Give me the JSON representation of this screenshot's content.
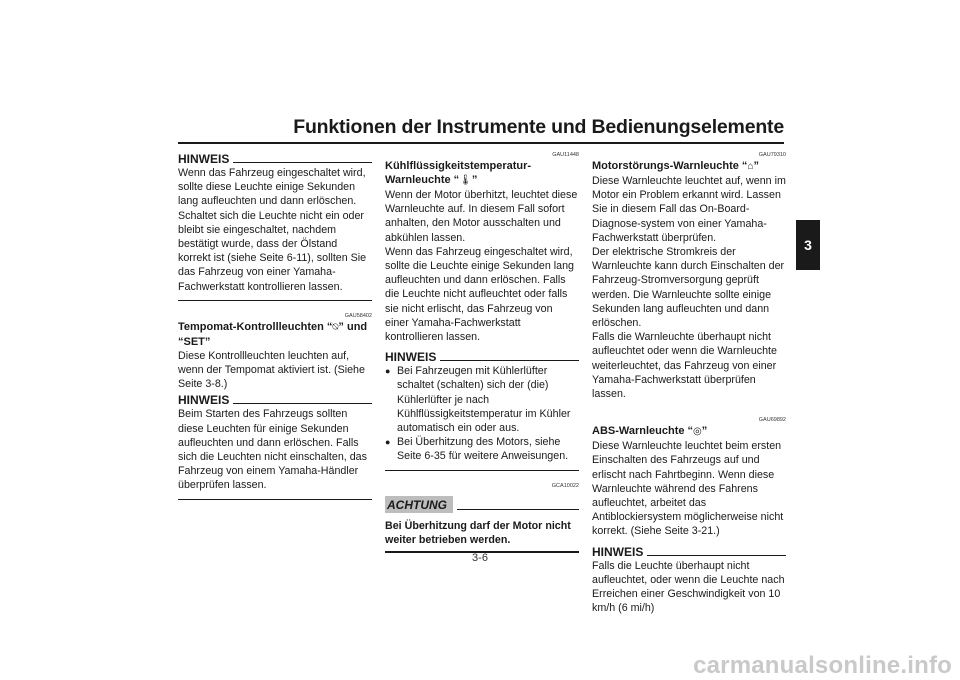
{
  "header": {
    "title": "Funktionen der Instrumente und Bedienungselemente"
  },
  "chapter_tab": "3",
  "page_number": "3-6",
  "column1": {
    "note1": {
      "label": "HINWEIS",
      "text": "Wenn das Fahrzeug eingeschaltet wird, sollte diese Leuchte einige Sekunden lang aufleuchten und dann erlöschen. Schaltet sich die Leuchte nicht ein oder bleibt sie eingeschaltet, nachdem bestätigt wurde, dass der Ölstand korrekt ist (siehe Seite 6-11), sollten Sie das Fahrzeug von einer Yamaha-Fachwerkstatt kontrollieren lassen."
    },
    "section1": {
      "code": "GAU58402",
      "title_a": "Tempomat-Kontrollleuchten “",
      "title_icon": "⍉",
      "title_b": "” und “SET”",
      "text": "Diese Kontrollleuchten leuchten auf, wenn der Tempomat aktiviert ist. (Siehe Seite 3-8.)"
    },
    "note2": {
      "label": "HINWEIS",
      "text": "Beim Starten des Fahrzeugs sollten diese Leuchten für einige Sekunden aufleuchten und dann erlöschen. Falls sich die Leuchten nicht einschalten, das Fahrzeug von einem Yamaha-Händler überprüfen lassen."
    }
  },
  "column2": {
    "section1": {
      "code": "GAU11448",
      "title_a": "Kühlflüssigkeitstemperatur-Warnleuchte “",
      "title_icon": "🌡",
      "title_b": "”",
      "text": "Wenn der Motor überhitzt, leuchtet diese Warnleuchte auf. In diesem Fall sofort anhalten, den Motor ausschalten und abkühlen lassen.",
      "text2": "Wenn das Fahrzeug eingeschaltet wird, sollte die Leuchte einige Sekunden lang aufleuchten und dann erlöschen. Falls die Leuchte nicht aufleuchtet oder falls sie nicht erlischt, das Fahrzeug von einer Yamaha-Fachwerkstatt kontrollieren lassen."
    },
    "note1": {
      "label": "HINWEIS",
      "bullets": [
        "Bei Fahrzeugen mit Kühlerlüfter schaltet (schalten) sich der (die) Kühlerlüfter je nach Kühlflüssigkeitstemperatur im Kühler automatisch ein oder aus.",
        "Bei Überhitzung des Motors, siehe Seite 6-35 für weitere Anweisungen."
      ]
    },
    "caution": {
      "code": "GCA10022",
      "label": "ACHTUNG",
      "text": "Bei Überhitzung darf der Motor nicht weiter betrieben werden."
    }
  },
  "column3": {
    "section1": {
      "code": "GAU79310",
      "title_a": "Motorstörungs-Warnleuchte “",
      "title_icon": "⌂",
      "title_b": "”",
      "text": "Diese Warnleuchte leuchtet auf, wenn im Motor ein Problem erkannt wird. Lassen Sie in diesem Fall das On-Board-Diagnose-system von einer Yamaha-Fachwerkstatt überprüfen.",
      "text2": "Der elektrische Stromkreis der Warnleuchte kann durch Einschalten der Fahrzeug-Stromversorgung geprüft werden. Die Warnleuchte sollte einige Sekunden lang aufleuchten und dann erlöschen.",
      "text3": "Falls die Warnleuchte überhaupt nicht aufleuchtet oder wenn die Warnleuchte weiterleuchtet, das Fahrzeug von einer Yamaha-Fachwerkstatt überprüfen lassen."
    },
    "section2": {
      "code": "GAU69892",
      "title_a": "ABS-Warnleuchte “",
      "title_icon": "◎",
      "title_b": "”",
      "text": "Diese Warnleuchte leuchtet beim ersten Einschalten des Fahrzeugs auf und erlischt nach Fahrtbeginn. Wenn diese Warnleuchte während des Fahrens aufleuchtet, arbeitet das Antiblockiersystem möglicherweise nicht korrekt. (Siehe Seite 3-21.)"
    },
    "note1": {
      "label": "HINWEIS",
      "text": "Falls die Leuchte überhaupt nicht aufleuchtet, oder wenn die Leuchte nach Erreichen einer Geschwindigkeit von 10 km/h (6 mi/h)"
    }
  },
  "watermark": "carmanualsonline.info"
}
